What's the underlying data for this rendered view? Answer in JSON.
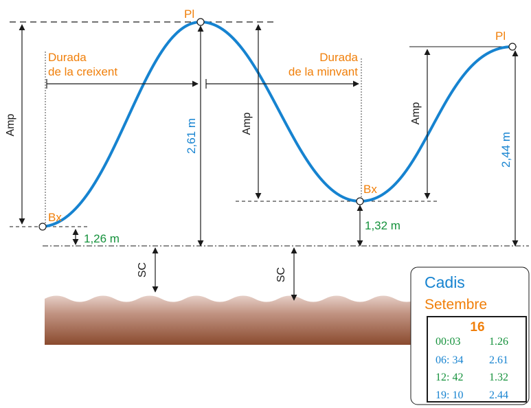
{
  "colors": {
    "curve": "#1683d0",
    "high_low_label": "#f07f0a",
    "height_value": "#1683d0",
    "low_value": "#14913b",
    "seabed_top": "#e6cfc7",
    "seabed_bottom": "#8a4a2e"
  },
  "labels": {
    "high": "Pl",
    "low": "Bx",
    "amplitude": "Amp",
    "chart_datum": "SC",
    "rising_duration_line1": "Durada",
    "rising_duration_line2": "de la creixent",
    "falling_duration_line1": "Durada",
    "falling_duration_line2": "de la minvant"
  },
  "heights": {
    "first_low": "1,26 m",
    "first_high": "2,61 m",
    "second_low": "1,32 m",
    "second_high": "2,44 m"
  },
  "tide_table": {
    "place": "Cadis",
    "month": "Setembre",
    "day": "16",
    "rows": [
      {
        "time": "00:03",
        "height": "1.26",
        "kind": "low"
      },
      {
        "time": "06: 34",
        "height": "2.61",
        "kind": "high"
      },
      {
        "time": "12: 42",
        "height": "1.32",
        "kind": "low"
      },
      {
        "time": "19: 10",
        "height": "2.44",
        "kind": "high"
      }
    ]
  }
}
